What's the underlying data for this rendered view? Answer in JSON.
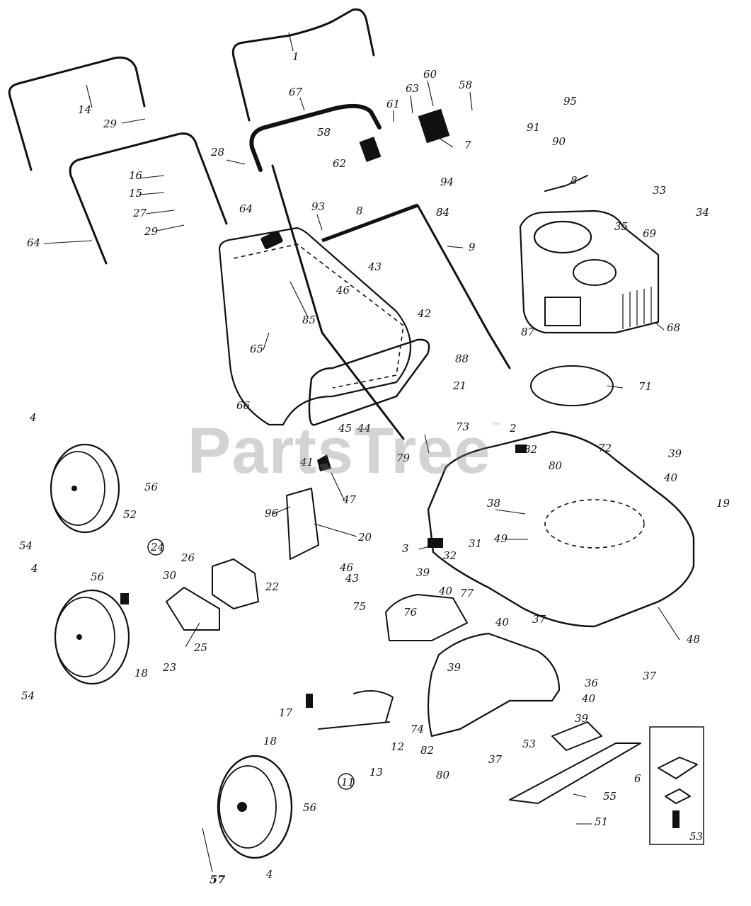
{
  "watermark": {
    "brand": "PartsTree",
    "mark": "™"
  },
  "callouts": [
    {
      "id": "1"
    },
    {
      "id": "14"
    },
    {
      "id": "29"
    },
    {
      "id": "67"
    },
    {
      "id": "60"
    },
    {
      "id": "63"
    },
    {
      "id": "58"
    },
    {
      "id": "95"
    },
    {
      "id": "61"
    },
    {
      "id": "58"
    },
    {
      "id": "7"
    },
    {
      "id": "91"
    },
    {
      "id": "90"
    },
    {
      "id": "28"
    },
    {
      "id": "62"
    },
    {
      "id": "94"
    },
    {
      "id": "16"
    },
    {
      "id": "15"
    },
    {
      "id": "8"
    },
    {
      "id": "33"
    },
    {
      "id": "34"
    },
    {
      "id": "27"
    },
    {
      "id": "64"
    },
    {
      "id": "8"
    },
    {
      "id": "84"
    },
    {
      "id": "29"
    },
    {
      "id": "93"
    },
    {
      "id": "35"
    },
    {
      "id": "69"
    },
    {
      "id": "64"
    },
    {
      "id": "9"
    },
    {
      "id": "43"
    },
    {
      "id": "46"
    },
    {
      "id": "85"
    },
    {
      "id": "68"
    },
    {
      "id": "65"
    },
    {
      "id": "42"
    },
    {
      "id": "87"
    },
    {
      "id": "88"
    },
    {
      "id": "21"
    },
    {
      "id": "71"
    },
    {
      "id": "66"
    },
    {
      "id": "45"
    },
    {
      "id": "44"
    },
    {
      "id": "73"
    },
    {
      "id": "2"
    },
    {
      "id": "4"
    },
    {
      "id": "79"
    },
    {
      "id": "82"
    },
    {
      "id": "72"
    },
    {
      "id": "39"
    },
    {
      "id": "41"
    },
    {
      "id": "80"
    },
    {
      "id": "40"
    },
    {
      "id": "56"
    },
    {
      "id": "47"
    },
    {
      "id": "52"
    },
    {
      "id": "96"
    },
    {
      "id": "38"
    },
    {
      "id": "19"
    },
    {
      "id": "20"
    },
    {
      "id": "49"
    },
    {
      "id": "54"
    },
    {
      "id": "24"
    },
    {
      "id": "3"
    },
    {
      "id": "32"
    },
    {
      "id": "31"
    },
    {
      "id": "26"
    },
    {
      "id": "46"
    },
    {
      "id": "30"
    },
    {
      "id": "39"
    },
    {
      "id": "22"
    },
    {
      "id": "43"
    },
    {
      "id": "4"
    },
    {
      "id": "56"
    },
    {
      "id": "40"
    },
    {
      "id": "77"
    },
    {
      "id": "75"
    },
    {
      "id": "76"
    },
    {
      "id": "37"
    },
    {
      "id": "40"
    },
    {
      "id": "48"
    },
    {
      "id": "25"
    },
    {
      "id": "23"
    },
    {
      "id": "18"
    },
    {
      "id": "54"
    },
    {
      "id": "39"
    },
    {
      "id": "36"
    },
    {
      "id": "37"
    },
    {
      "id": "40"
    },
    {
      "id": "17"
    },
    {
      "id": "39"
    },
    {
      "id": "12"
    },
    {
      "id": "74"
    },
    {
      "id": "18"
    },
    {
      "id": "82"
    },
    {
      "id": "37"
    },
    {
      "id": "13"
    },
    {
      "id": "53"
    },
    {
      "id": "6"
    },
    {
      "id": "80"
    },
    {
      "id": "11"
    },
    {
      "id": "55"
    },
    {
      "id": "56"
    },
    {
      "id": "51"
    },
    {
      "id": "53"
    },
    {
      "id": "57"
    },
    {
      "id": "4"
    }
  ]
}
